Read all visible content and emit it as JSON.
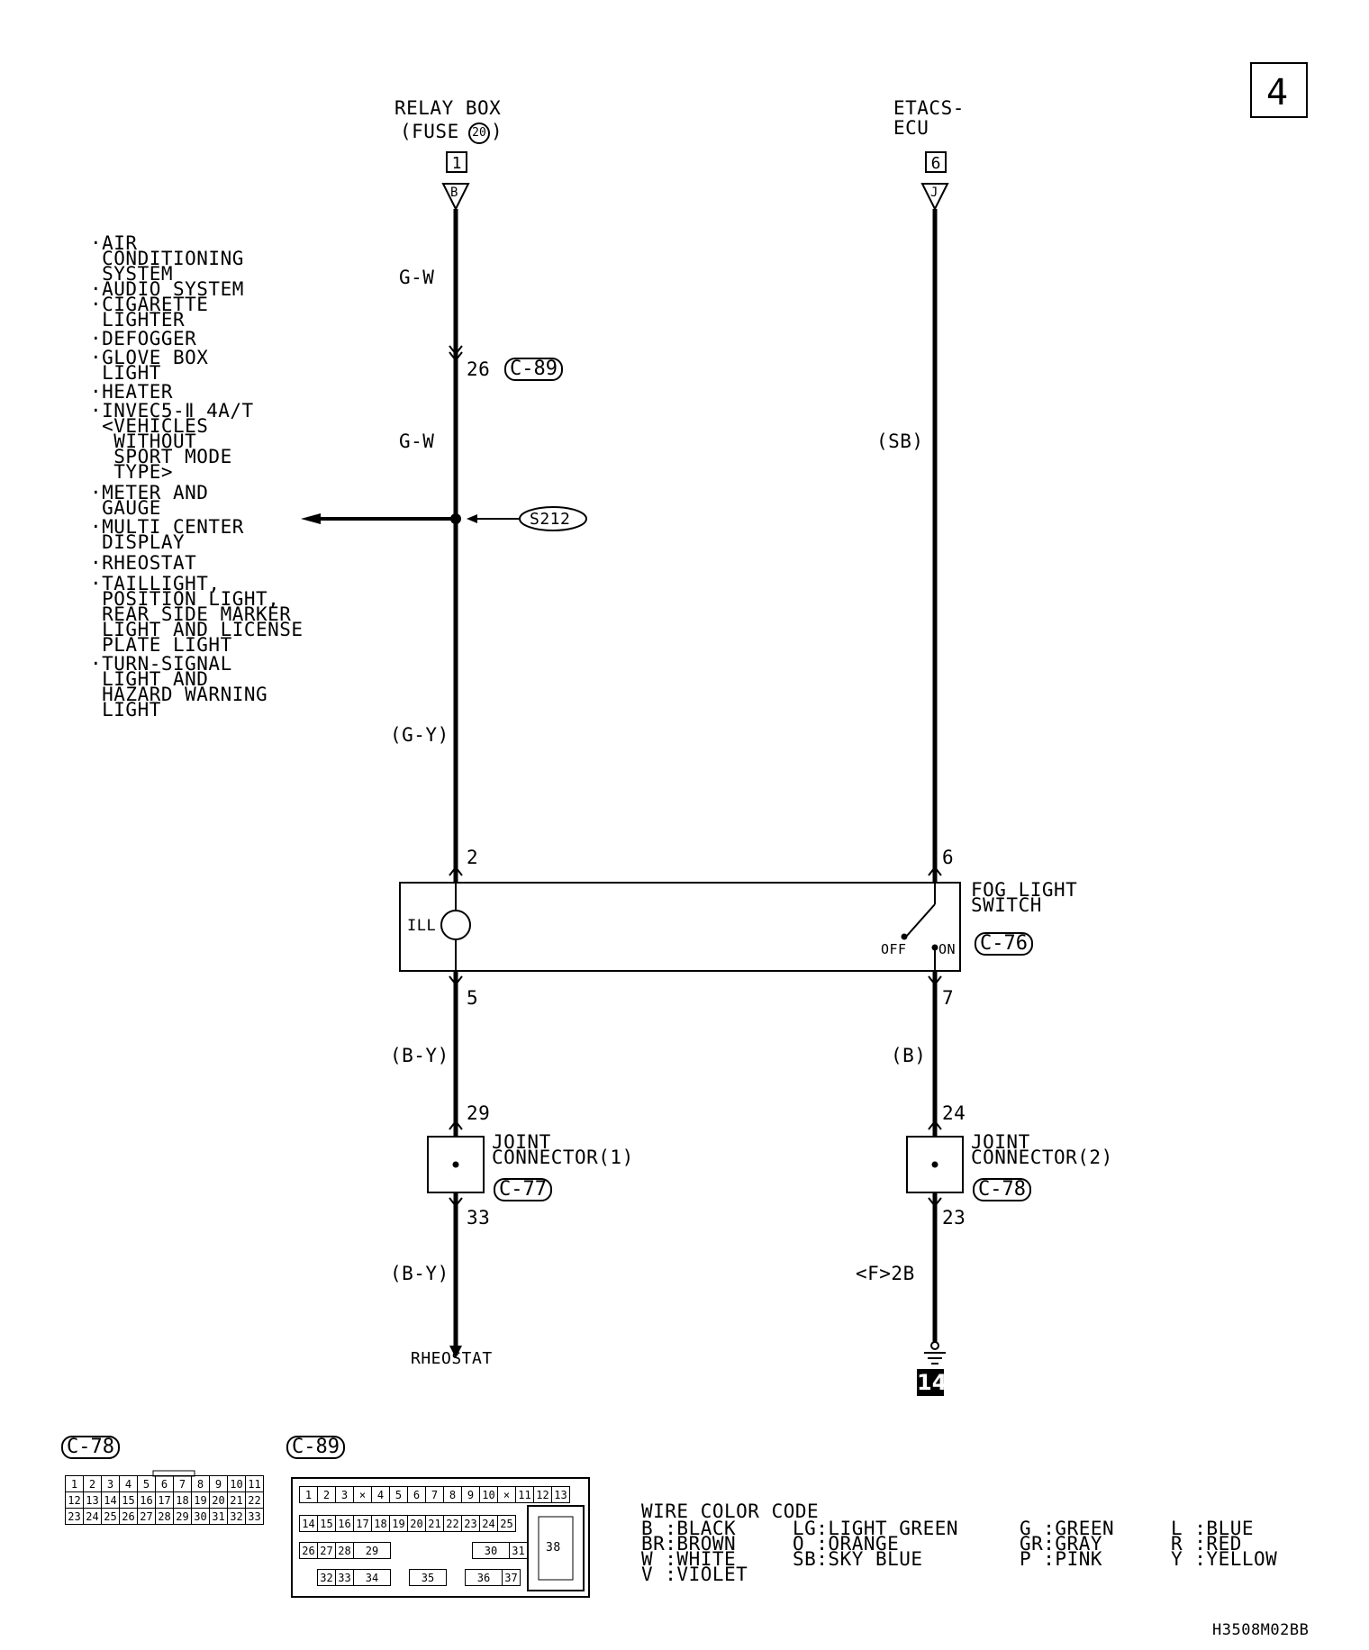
{
  "page_number": "4",
  "drawing_id": "H3508M02BB",
  "top_sources": [
    {
      "line1": "RELAY BOX",
      "line2": "(FUSE",
      "fuse_no": "20",
      "close": ")",
      "pin": "1",
      "conn_letter": "B"
    },
    {
      "line1": "ETACS-",
      "line2": "ECU",
      "pin": "6",
      "conn_letter": "J"
    }
  ],
  "left_list": [
    "·AIR\n CONDITIONING\n SYSTEM",
    "·AUDIO SYSTEM",
    "·CIGARETTE\n LIGHTER",
    "·DEFOGGER",
    "·GLOVE BOX\n LIGHT",
    "·HEATER",
    "·INVEC5-Ⅱ 4A/T\n <VEHICLES\n  WITHOUT\n  SPORT MODE\n  TYPE>",
    "·METER AND\n GAUGE",
    "·MULTI CENTER\n DISPLAY",
    "·RHEOSTAT",
    "·TAILLIGHT,\n POSITION LIGHT,\n REAR SIDE MARKER\n LIGHT AND LICENSE\n PLATE LIGHT",
    "·TURN-SIGNAL\n LIGHT AND\n HAZARD WARNING\n LIGHT"
  ],
  "wire_labels": {
    "gw1": "G-W",
    "pin26": "26",
    "c89": "C-89",
    "gw2": "G-W",
    "sb": "(SB)",
    "splice": "S212",
    "gy": "(G-Y)",
    "pin2": "2",
    "pin6": "6",
    "pin5": "5",
    "pin7": "7",
    "by1": "(B-Y)",
    "b": "(B)",
    "pin29": "29",
    "pin24": "24",
    "pin33": "33",
    "pin23": "23",
    "by2": "(B-Y)",
    "f2b": "<F>2B",
    "rheostat": "RHEOSTAT",
    "ground": "14"
  },
  "switch": {
    "title": "FOG LIGHT\nSWITCH",
    "conn": "C-76",
    "ill": "ILL",
    "off": "OFF",
    "on": "ON"
  },
  "joint1": {
    "title": "JOINT\nCONNECTOR(1)",
    "conn": "C-77"
  },
  "joint2": {
    "title": "JOINT\nCONNECTOR(2)",
    "conn": "C-78"
  },
  "c78_connector": {
    "label": "C-78",
    "rows": [
      [
        "1",
        "2",
        "3",
        "4",
        "5",
        "6",
        "7",
        "8",
        "9",
        "10",
        "11"
      ],
      [
        "12",
        "13",
        "14",
        "15",
        "16",
        "17",
        "18",
        "19",
        "20",
        "21",
        "22"
      ],
      [
        "23",
        "24",
        "25",
        "26",
        "27",
        "28",
        "29",
        "30",
        "31",
        "32",
        "33"
      ]
    ]
  },
  "c89_connector": {
    "label": "C-89",
    "rows": [
      [
        "1",
        "2",
        "3",
        "",
        "4",
        "5",
        "6",
        "7",
        "8",
        "9",
        "10",
        "",
        "11",
        "12",
        "13"
      ],
      [
        "14",
        "15",
        "16",
        "17",
        "18",
        "19",
        "20",
        "21",
        "22",
        "23",
        "24",
        "25"
      ],
      [
        "26",
        "27",
        "28",
        "29",
        "30",
        "31"
      ],
      [
        "32",
        "33",
        "34",
        "35",
        "36",
        "37"
      ]
    ],
    "big_pin": "38"
  },
  "wire_color_code": {
    "title": "WIRE COLOR CODE",
    "columns": [
      [
        "B :BLACK",
        "BR:BROWN",
        "W :WHITE",
        "V :VIOLET"
      ],
      [
        "LG:LIGHT GREEN",
        "O :ORANGE",
        "SB:SKY BLUE"
      ],
      [
        "G :GREEN",
        "GR:GRAY",
        "P :PINK"
      ],
      [
        "L :BLUE",
        "R :RED",
        "Y :YELLOW"
      ]
    ]
  }
}
